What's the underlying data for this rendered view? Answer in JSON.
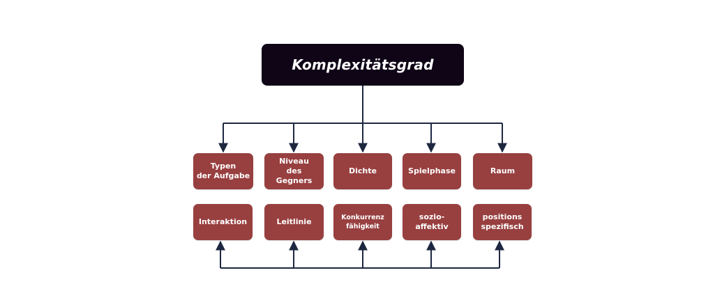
{
  "diagram": {
    "root": {
      "label": "Komplexitätsgrad"
    },
    "top_row": [
      {
        "label": "Typen\nder Aufgabe"
      },
      {
        "label": "Niveau\ndes Gegners"
      },
      {
        "label": "Dichte"
      },
      {
        "label": "Spielphase"
      },
      {
        "label": "Raum"
      }
    ],
    "bottom_row": [
      {
        "label": "Interaktion"
      },
      {
        "label": "Leitlinie"
      },
      {
        "label": "Konkurrenz\nfähigkeit"
      },
      {
        "label": "sozio-\naffektiv"
      },
      {
        "label": "positions\nspezifisch"
      }
    ],
    "colors": {
      "root_fill": "#0f0516",
      "node_fill": "#983f3f",
      "connector": "#1d2740",
      "text": "#ffffff"
    }
  }
}
